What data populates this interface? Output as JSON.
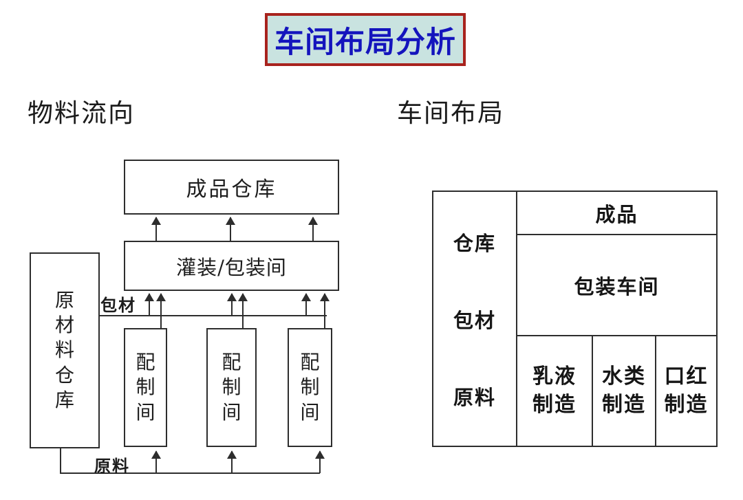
{
  "title": {
    "text": "车间布局分析"
  },
  "colors": {
    "title_bg": "#c9e3e0",
    "title_border": "#a8231d",
    "title_text": "#1414bd",
    "line": "#2d2d2d"
  },
  "material_flow": {
    "heading": "物料流向",
    "finished_warehouse": "成品仓库",
    "filling_packaging_room": "灌装/包装间",
    "raw_material_warehouse": "原材料仓库",
    "prep_rooms": [
      "配制间",
      "配制间",
      "配制间"
    ],
    "packaging_material_label": "包材",
    "raw_material_label": "原料"
  },
  "workshop_layout": {
    "heading": "车间布局",
    "warehouse_label": "仓库",
    "packaging_material_label": "包材",
    "raw_material_label": "原料",
    "finished_product": "成品",
    "packaging_workshop": "包装车间",
    "emulsion_manufacturing": "乳液制造",
    "water_manufacturing": "水类制造",
    "lipstick_manufacturing": "口红制造"
  }
}
